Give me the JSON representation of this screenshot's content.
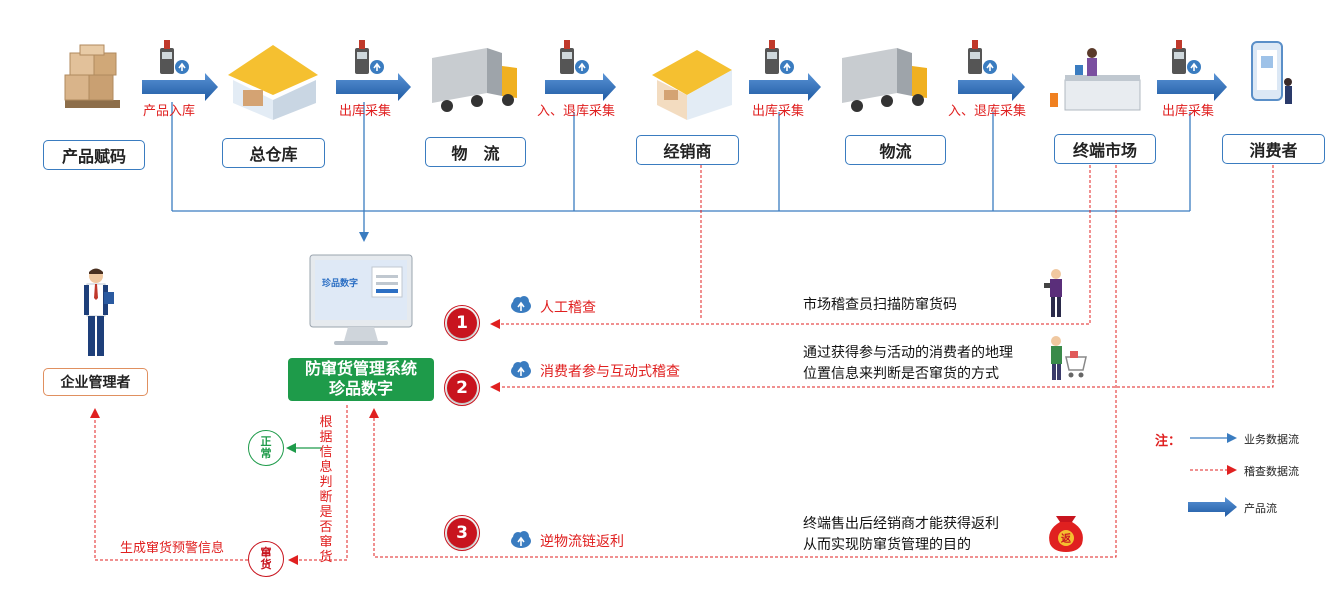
{
  "stages": [
    "产品赋码",
    "总仓库",
    "物　流",
    "经销商",
    "物流",
    "终端市场",
    "消费者"
  ],
  "flow_labels": [
    "产品入库",
    "出库采集",
    "入、退库采集",
    "出库采集",
    "入、退库采集",
    "出库采集"
  ],
  "system": {
    "title_line1": "防窜货管理系统",
    "title_line2": "珍品数字",
    "screen_logo": "珍品数字"
  },
  "manager": "企业管理者",
  "checks": [
    {
      "num": "1",
      "label": "人工稽查",
      "desc": [
        "市场稽查员扫描防窜货码"
      ]
    },
    {
      "num": "2",
      "label": "消费者参与互动式稽查",
      "desc": [
        "通过获得参与活动的消费者的地理",
        "位置信息来判断是否窜货的方式"
      ]
    },
    {
      "num": "3",
      "label": "逆物流链返利",
      "desc": [
        "终端售出后经销商才能获得返利",
        "从而实现防窜货管理的目的"
      ]
    }
  ],
  "judge_text": "根据信息判断是否窜货",
  "status_normal": [
    "正",
    "常"
  ],
  "status_fake": [
    "窜",
    "货"
  ],
  "warning_label": "生成窜货预警信息",
  "bag_text": "返",
  "legend": {
    "title": "注：",
    "items": [
      "业务数据流",
      "稽查数据流",
      "产品流"
    ]
  },
  "colors": {
    "business_flow": "#3a7cc0",
    "check_flow": "#e02020",
    "product_flow": "#2e6db5",
    "system_green": "#1e9b4a",
    "normal_green": "#1e9b4a",
    "alert_red": "#c8141e"
  }
}
